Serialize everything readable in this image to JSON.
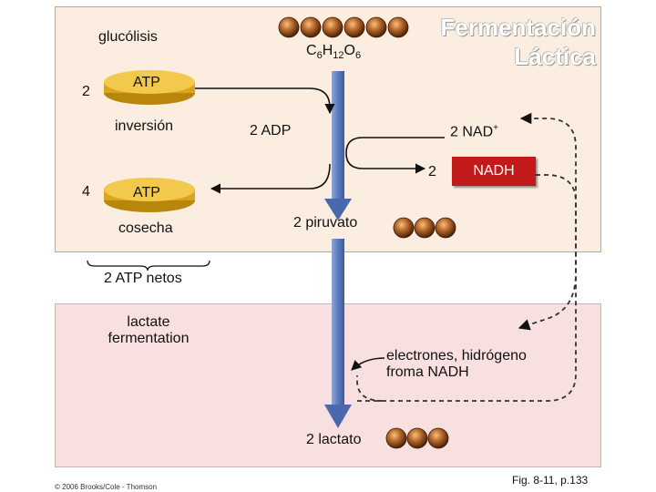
{
  "title": {
    "line1": "Fermentación",
    "line2": "Láctica"
  },
  "labels": {
    "glycolysis": "glucólisis",
    "investment_count": "2",
    "atp_investment": "ATP",
    "investment": "inversión",
    "harvest_count": "4",
    "atp_harvest": "ATP",
    "harvest": "cosecha",
    "adp": "2 ADP",
    "nad": "2 NAD",
    "nad_sup": "+",
    "nadh_count": "2",
    "nadh": "NADH",
    "pyruvate": "2 piruvato",
    "net_atp": "2 ATP netos",
    "lactate_fermentation_1": "lactate",
    "lactate_fermentation_2": "fermentation",
    "electrons_1": "electrones, hidrógeno",
    "electrons_2": "froma NADH",
    "lactate": "2 lactato"
  },
  "formula": {
    "c": "C",
    "c_sub": "6",
    "h": "H",
    "h_sub": "12",
    "o": "O",
    "o_sub": "6"
  },
  "molecules": {
    "glucose_beads": 6,
    "pyruvate_beads": 3,
    "lactate_beads": 3
  },
  "footer": {
    "copyright": "© 2006 Brooks/Cole - Thomson",
    "figure": "Fig. 8-11, p.133"
  },
  "colors": {
    "top_panel": "#fbeee0",
    "bottom_panel": "#f8dfe0",
    "main_arrow": "#5b7bbf",
    "atp_disc": "#f2c94c",
    "nadh_box": "#c21a1a",
    "bead": "#a35a22"
  }
}
